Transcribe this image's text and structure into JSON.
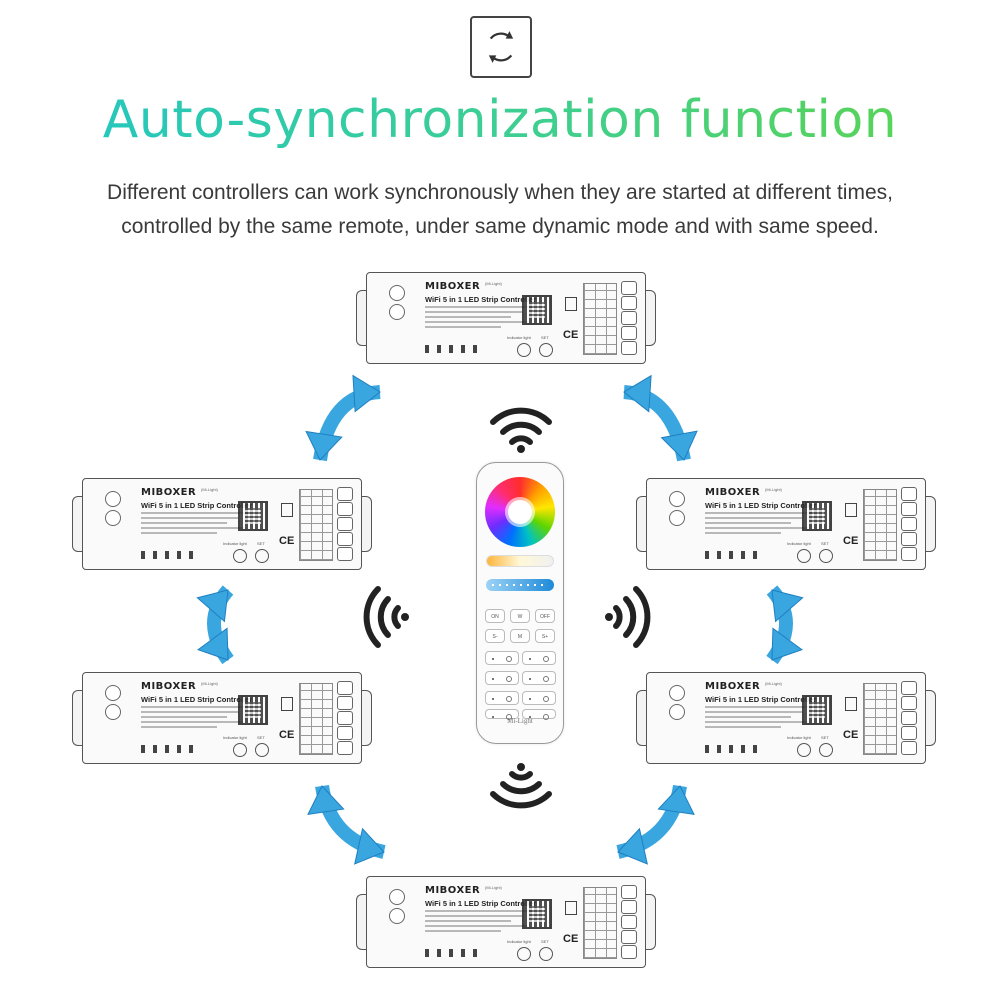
{
  "header": {
    "icon": "sync-arrows-icon",
    "headline": "Auto-synchronization function",
    "headline_colors": [
      "#21c6c6",
      "#5fd54a"
    ],
    "subtitle_line1": "Different controllers can work synchronously when they are started at different times,",
    "subtitle_line2": "controlled by the same remote, under same dynamic mode and with same speed."
  },
  "controller": {
    "brand": "MIBOXER",
    "brand_sub": "(Mi-Light)",
    "title": "WiFi 5 in 1 LED Strip Controller",
    "indicator_label": "Indicator light",
    "set_label": "SET",
    "cert": "CE"
  },
  "remote": {
    "logo": "Mi-Light",
    "buttons": [
      "ON",
      "W",
      "OFF",
      "S-",
      "M",
      "S+"
    ]
  },
  "colors": {
    "arrow": "#3aa6e0",
    "arrow_dark": "#1f7fc0",
    "wave": "#222222"
  }
}
